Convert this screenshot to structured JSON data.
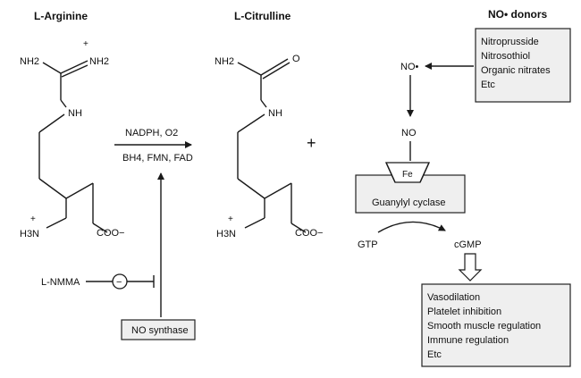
{
  "headings": {
    "arginine": "L-Arginine",
    "citrulline": "L-Citrulline",
    "no_donors": "NO• donors"
  },
  "arginine": {
    "nh2_left": "NH2",
    "nh2_plus": "NH2",
    "charge_plus": "+",
    "nh": "NH",
    "h3n": "H3N",
    "h3n_charge": "+",
    "coo": "COO−"
  },
  "citrulline": {
    "nh2": "NH2",
    "o": "O",
    "nh": "NH",
    "h3n": "H3N",
    "h3n_charge": "+",
    "coo": "COO−"
  },
  "reaction": {
    "cofactors_top": "NADPH, O2",
    "cofactors_bottom": "BH4, FMN, FAD",
    "plus_sign": "+"
  },
  "inhibitor": {
    "label": "L-NMMA",
    "sign": "−"
  },
  "enzyme": {
    "label": "NO synthase"
  },
  "pathway": {
    "no_radical": "NO•",
    "no": "NO",
    "fe": "Fe",
    "guanylyl_cyclase": "Guanylyl cyclase",
    "gtp": "GTP",
    "cgmp": "cGMP"
  },
  "donors": [
    "Nitroprusside",
    "Nitrosothiol",
    "Organic nitrates",
    "Etc"
  ],
  "effects": [
    "Vasodilation",
    "Platelet inhibition",
    "Smooth muscle regulation",
    "Immune regulation",
    "Etc"
  ]
}
